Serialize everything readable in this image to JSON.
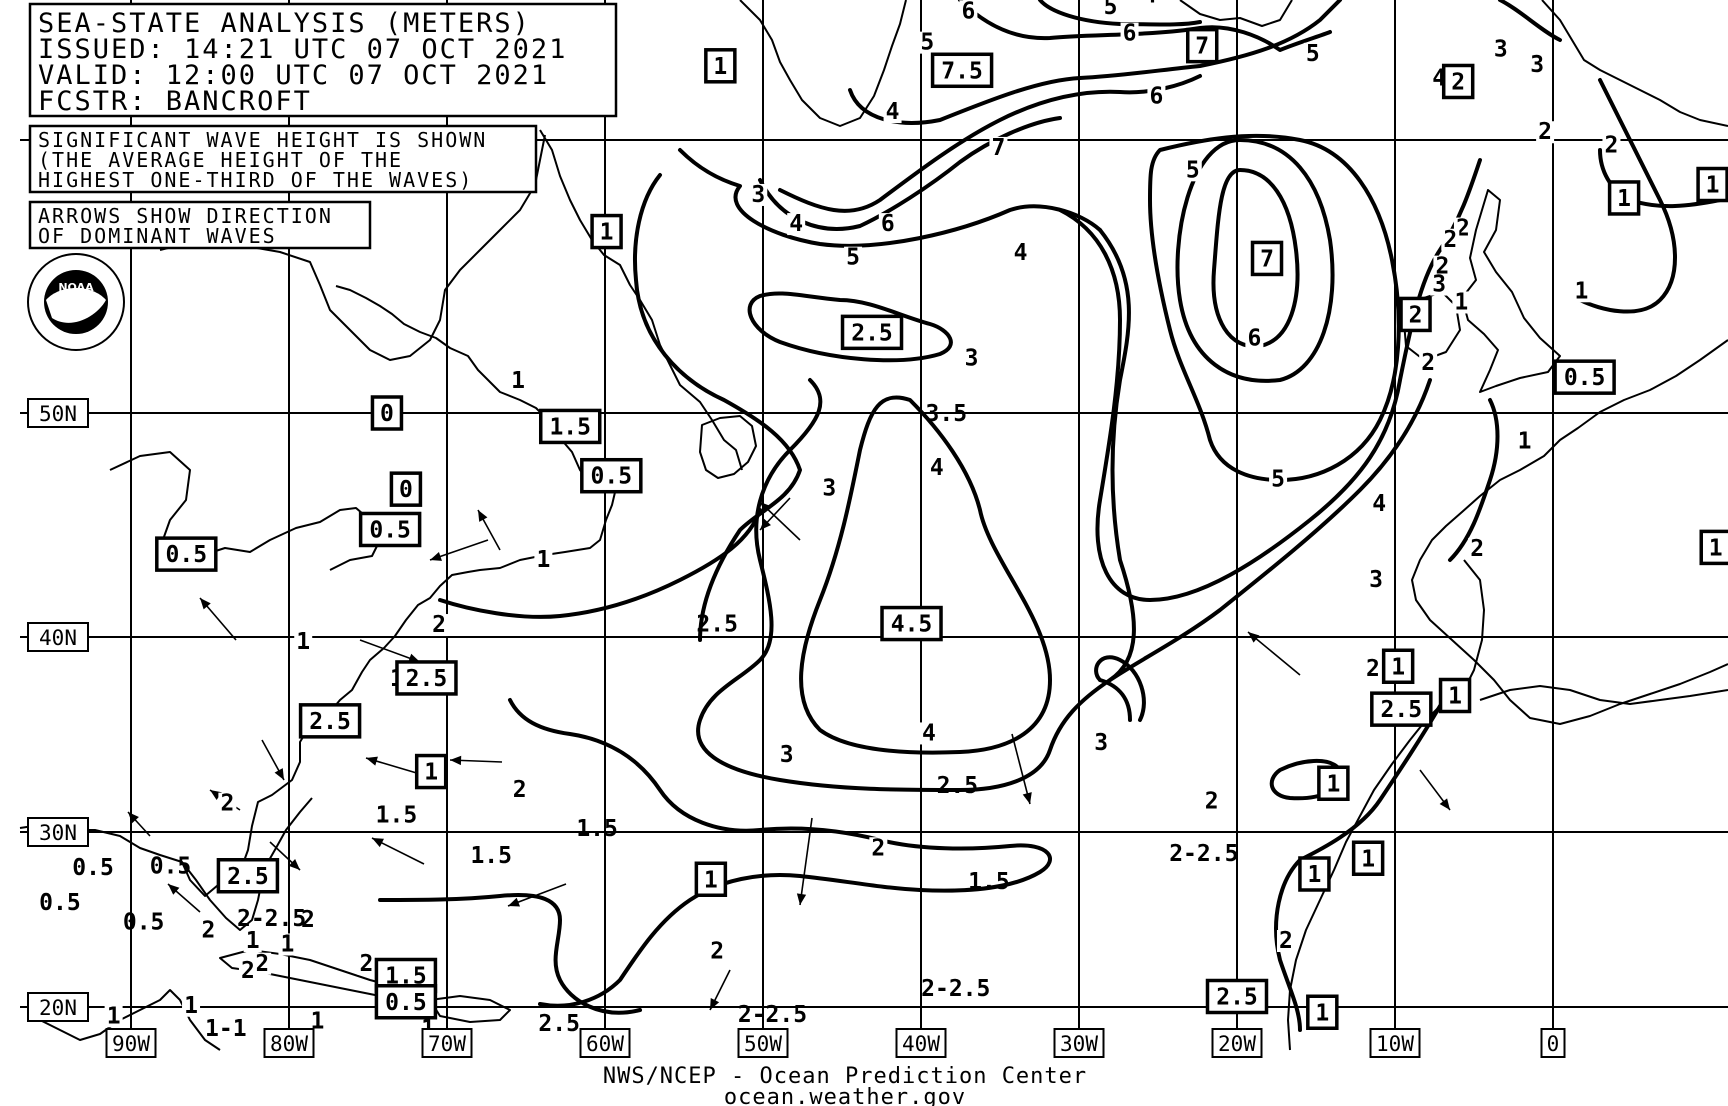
{
  "header": {
    "line1": "SEA-STATE ANALYSIS (METERS)",
    "line2": "ISSUED:  14:21 UTC 07 OCT 2021",
    "line3": "VALID:   12:00 UTC 07 OCT 2021",
    "line4": "FCSTR:   BANCROFT"
  },
  "notes": {
    "wave_1": "SIGNIFICANT WAVE HEIGHT IS SHOWN",
    "wave_2": "(THE AVERAGE HEIGHT OF THE",
    "wave_3": "HIGHEST ONE-THIRD OF THE WAVES)",
    "arrows_1": "ARROWS SHOW DIRECTION",
    "arrows_2": "OF DOMINANT WAVES"
  },
  "logo": {
    "text": "NOAA"
  },
  "footer": {
    "line1": "NWS/NCEP - Ocean Prediction Center",
    "line2": "ocean.weather.gov"
  },
  "axes": {
    "lon": [
      "90W",
      "80W",
      "70W",
      "60W",
      "50W",
      "40W",
      "30W",
      "20W",
      "10W",
      "0"
    ],
    "lat": [
      "50N",
      "40N",
      "30N",
      "20N"
    ]
  },
  "boxed_labels": [
    {
      "text": "1",
      "lon": -52.7,
      "lat": 65.5
    },
    {
      "text": "7.5",
      "lon": -37.4,
      "lat": 65.3
    },
    {
      "text": "7",
      "lon": -22.2,
      "lat": 66.4
    },
    {
      "text": "2",
      "lon": -6.0,
      "lat": 64.8
    },
    {
      "text": "1",
      "lon": 4.5,
      "lat": 59.6
    },
    {
      "text": "1",
      "lon": -59.9,
      "lat": 58.1
    },
    {
      "text": "2.5",
      "lon": -43.1,
      "lat": 53.6
    },
    {
      "text": "7",
      "lon": -18.1,
      "lat": 56.9
    },
    {
      "text": "2",
      "lon": -8.7,
      "lat": 54.4
    },
    {
      "text": "0.5",
      "lon": 2.0,
      "lat": 51.6
    },
    {
      "text": "0",
      "lon": -73.8,
      "lat": 50.0
    },
    {
      "text": "1.5",
      "lon": -62.2,
      "lat": 49.4
    },
    {
      "text": "0.5",
      "lon": -59.6,
      "lat": 47.2
    },
    {
      "text": "0",
      "lon": -72.6,
      "lat": 46.6
    },
    {
      "text": "0.5",
      "lon": -73.6,
      "lat": 44.8
    },
    {
      "text": "0.5",
      "lon": -86.5,
      "lat": 43.7
    },
    {
      "text": "4.5",
      "lon": -40.6,
      "lat": 40.6
    },
    {
      "text": "2.5",
      "lon": -71.3,
      "lat": 37.9
    },
    {
      "text": "2.5",
      "lon": -77.4,
      "lat": 35.7
    },
    {
      "text": "1",
      "lon": -71.0,
      "lat": 33.1
    },
    {
      "text": "2.5",
      "lon": -9.6,
      "lat": 36.3
    },
    {
      "text": "1",
      "lon": -6.2,
      "lat": 37.0
    },
    {
      "text": "1",
      "lon": -13.9,
      "lat": 32.5
    },
    {
      "text": "1",
      "lon": -9.8,
      "lat": 38.5
    },
    {
      "text": "1",
      "lon": -53.3,
      "lat": 27.3
    },
    {
      "text": "1",
      "lon": -15.1,
      "lat": 27.6
    },
    {
      "text": "1",
      "lon": -11.7,
      "lat": 28.5
    },
    {
      "text": "2.5",
      "lon": -82.6,
      "lat": 27.5
    },
    {
      "text": "1.5",
      "lon": -72.6,
      "lat": 21.8
    },
    {
      "text": "0.5",
      "lon": -72.6,
      "lat": 20.3
    },
    {
      "text": "2.5",
      "lon": -20.0,
      "lat": 20.6
    },
    {
      "text": "1",
      "lon": -14.6,
      "lat": 19.7
    },
    {
      "text": "1",
      "lon": 10.1,
      "lat": 60.2
    },
    {
      "text": "1",
      "lon": 10.3,
      "lat": 44.0
    }
  ],
  "plain_labels": [
    {
      "text": "3.5",
      "lon": -38.4,
      "lat": 50.0
    },
    {
      "text": "2.5",
      "lon": -52.9,
      "lat": 40.6
    },
    {
      "text": "2.5",
      "lon": -37.7,
      "lat": 32.4
    },
    {
      "text": "1.5",
      "lon": -60.5,
      "lat": 30.2
    },
    {
      "text": "1.5",
      "lon": -67.2,
      "lat": 28.7
    },
    {
      "text": "1.5",
      "lon": -35.7,
      "lat": 27.2
    },
    {
      "text": "1.5",
      "lon": -72.3,
      "lat": 37.9
    },
    {
      "text": "1.5",
      "lon": -73.2,
      "lat": 30.9
    },
    {
      "text": "2-2.5",
      "lon": -22.1,
      "lat": 28.8
    },
    {
      "text": "2-2.5",
      "lon": -81.1,
      "lat": 25.1
    },
    {
      "text": "2-2.5",
      "lon": -37.8,
      "lat": 21.1
    },
    {
      "text": "2-2.5",
      "lon": -49.4,
      "lat": 19.6
    },
    {
      "text": "2.5",
      "lon": -62.9,
      "lat": 19.1
    },
    {
      "text": "0.5",
      "lon": -92.4,
      "lat": 28.0
    },
    {
      "text": "0.5",
      "lon": -87.5,
      "lat": 28.1
    },
    {
      "text": "0.5",
      "lon": -94.5,
      "lat": 26.0
    },
    {
      "text": "0.5",
      "lon": -89.2,
      "lat": 24.9
    },
    {
      "text": "1-1",
      "lon": -84.0,
      "lat": 18.8
    },
    {
      "text": "1",
      "lon": -71.2,
      "lat": 18.8
    }
  ],
  "contour_labels": [
    {
      "text": "6",
      "lon": -37.0,
      "lat": 67.8
    },
    {
      "text": "5",
      "lon": -39.6,
      "lat": 66.4
    },
    {
      "text": "4",
      "lon": -41.8,
      "lat": 63.3
    },
    {
      "text": "5",
      "lon": -28.0,
      "lat": 68.0
    },
    {
      "text": "4",
      "lon": -25.5,
      "lat": 68.5
    },
    {
      "text": "6",
      "lon": -26.8,
      "lat": 66.8
    },
    {
      "text": "6",
      "lon": -25.1,
      "lat": 64.0
    },
    {
      "text": "5",
      "lon": -15.2,
      "lat": 65.9
    },
    {
      "text": "7",
      "lon": -35.1,
      "lat": 61.7
    },
    {
      "text": "3",
      "lon": -50.3,
      "lat": 59.6
    },
    {
      "text": "4",
      "lon": -47.9,
      "lat": 58.3
    },
    {
      "text": "6",
      "lon": -42.1,
      "lat": 58.3
    },
    {
      "text": "5",
      "lon": -44.3,
      "lat": 56.8
    },
    {
      "text": "4",
      "lon": -33.7,
      "lat": 57.0
    },
    {
      "text": "3",
      "lon": -36.8,
      "lat": 52.3
    },
    {
      "text": "5",
      "lon": -22.8,
      "lat": 60.7
    },
    {
      "text": "6",
      "lon": -18.9,
      "lat": 53.2
    },
    {
      "text": "5",
      "lon": -17.4,
      "lat": 46.9
    },
    {
      "text": "4",
      "lon": -11.0,
      "lat": 45.8
    },
    {
      "text": "4",
      "lon": -39.0,
      "lat": 47.4
    },
    {
      "text": "3",
      "lon": -45.8,
      "lat": 46.5
    },
    {
      "text": "3",
      "lon": -11.2,
      "lat": 42.4
    },
    {
      "text": "4",
      "lon": -39.5,
      "lat": 34.9
    },
    {
      "text": "3",
      "lon": -48.5,
      "lat": 33.8
    },
    {
      "text": "3",
      "lon": -28.6,
      "lat": 34.4
    },
    {
      "text": "4",
      "lon": -7.2,
      "lat": 64.8
    },
    {
      "text": "3",
      "lon": -1.0,
      "lat": 65.4
    },
    {
      "text": "3",
      "lon": -3.3,
      "lat": 66.1
    },
    {
      "text": "2",
      "lon": -0.5,
      "lat": 62.4
    },
    {
      "text": "2",
      "lon": 3.7,
      "lat": 61.8
    },
    {
      "text": "2",
      "lon": -5.7,
      "lat": 58.1
    },
    {
      "text": "2",
      "lon": -6.5,
      "lat": 57.6
    },
    {
      "text": "2",
      "lon": -7.0,
      "lat": 56.4
    },
    {
      "text": "3",
      "lon": -7.2,
      "lat": 55.6
    },
    {
      "text": "1",
      "lon": 1.8,
      "lat": 55.3
    },
    {
      "text": "1",
      "lon": -5.8,
      "lat": 54.8
    },
    {
      "text": "2",
      "lon": -7.9,
      "lat": 52.1
    },
    {
      "text": "1",
      "lon": -1.8,
      "lat": 48.6
    },
    {
      "text": "2",
      "lon": -4.8,
      "lat": 43.8
    },
    {
      "text": "1",
      "lon": -65.5,
      "lat": 51.3
    },
    {
      "text": "2",
      "lon": -61.8,
      "lat": 49.2
    },
    {
      "text": "1",
      "lon": -63.9,
      "lat": 43.3
    },
    {
      "text": "2",
      "lon": -70.5,
      "lat": 40.4
    },
    {
      "text": "2",
      "lon": -65.4,
      "lat": 32.0
    },
    {
      "text": "2",
      "lon": -83.9,
      "lat": 31.3
    },
    {
      "text": "2",
      "lon": -85.1,
      "lat": 24.2
    },
    {
      "text": "2",
      "lon": -42.7,
      "lat": 28.9
    },
    {
      "text": "2",
      "lon": -52.9,
      "lat": 23.0
    },
    {
      "text": "2",
      "lon": -21.6,
      "lat": 31.4
    },
    {
      "text": "2",
      "lon": -16.9,
      "lat": 23.6
    },
    {
      "text": "2",
      "lon": -11.4,
      "lat": 38.2
    },
    {
      "text": "1",
      "lon": -79.1,
      "lat": 39.6
    },
    {
      "text": "2",
      "lon": -78.8,
      "lat": 24.8
    },
    {
      "text": "1",
      "lon": -80.1,
      "lat": 23.4
    },
    {
      "text": "1",
      "lon": -82.3,
      "lat": 23.6
    },
    {
      "text": "2",
      "lon": -81.7,
      "lat": 22.3
    },
    {
      "text": "2",
      "lon": -75.1,
      "lat": 22.3
    },
    {
      "text": "1",
      "lon": -78.2,
      "lat": 19.0
    },
    {
      "text": "2",
      "lon": -80.6,
      "lat": 18.0
    },
    {
      "text": "1",
      "lon": -86.2,
      "lat": 19.9
    },
    {
      "text": "1",
      "lon": -91.1,
      "lat": 19.3
    },
    {
      "text": "2",
      "lon": -82.6,
      "lat": 21.9
    }
  ],
  "colors": {
    "ink": "#000000",
    "background": "#ffffff"
  }
}
